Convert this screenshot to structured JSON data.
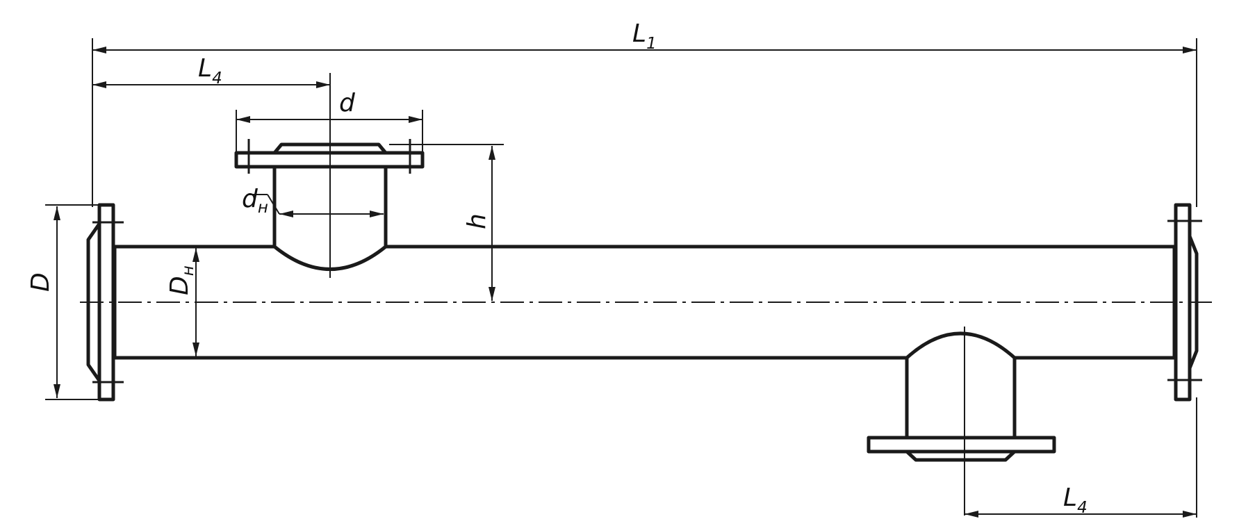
{
  "drawing": {
    "dimensions": {
      "overall_length": {
        "symbol": "L",
        "sub": "1"
      },
      "left_offset": {
        "symbol": "L",
        "sub": "4"
      },
      "right_offset": {
        "symbol": "L",
        "sub": "4"
      },
      "branch_diameter": {
        "symbol": "d",
        "sub": ""
      },
      "branch_outer_diameter": {
        "symbol": "d",
        "sub": "н"
      },
      "branch_height": {
        "symbol": "h",
        "sub": ""
      },
      "flange_diameter": {
        "symbol": "D",
        "sub": ""
      },
      "main_outer_diameter": {
        "symbol": "D",
        "sub": "н"
      }
    },
    "colors": {
      "line": "#1a1a1a",
      "background": "#ffffff"
    }
  }
}
